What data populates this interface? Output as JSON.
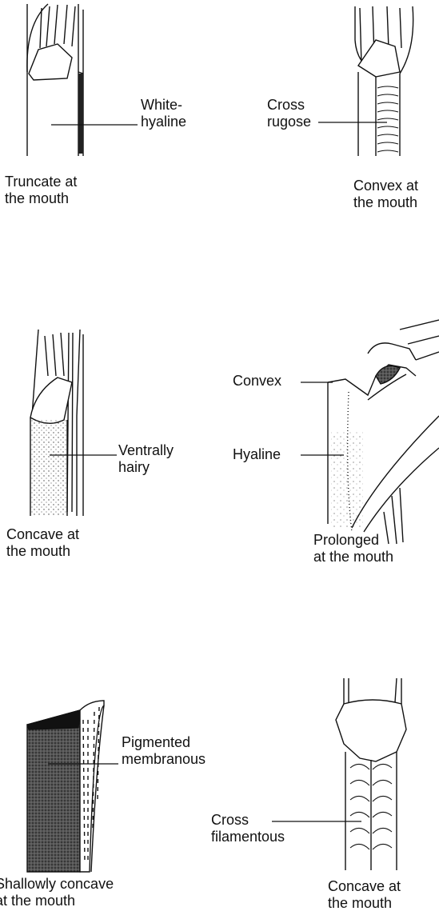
{
  "panels": [
    {
      "id": "truncate",
      "caption": "Truncate at\nthe mouth",
      "callout": "White-\nhyaline"
    },
    {
      "id": "convex",
      "caption": "Convex at\nthe mouth",
      "callout": "Cross\nrugose"
    },
    {
      "id": "concave-hairy",
      "caption": "Concave at\nthe mouth",
      "callout": "Ventrally\nhairy"
    },
    {
      "id": "prolonged",
      "caption": "Prolonged\nat the mouth",
      "callout_a": "Convex",
      "callout_b": "Hyaline"
    },
    {
      "id": "shallow",
      "caption": "Shallowly concave\nat the mouth",
      "callout": "Pigmented\nmembranous"
    },
    {
      "id": "concave-filament",
      "caption": "Concave at\nthe mouth",
      "callout": "Cross\nfilamentous"
    }
  ]
}
